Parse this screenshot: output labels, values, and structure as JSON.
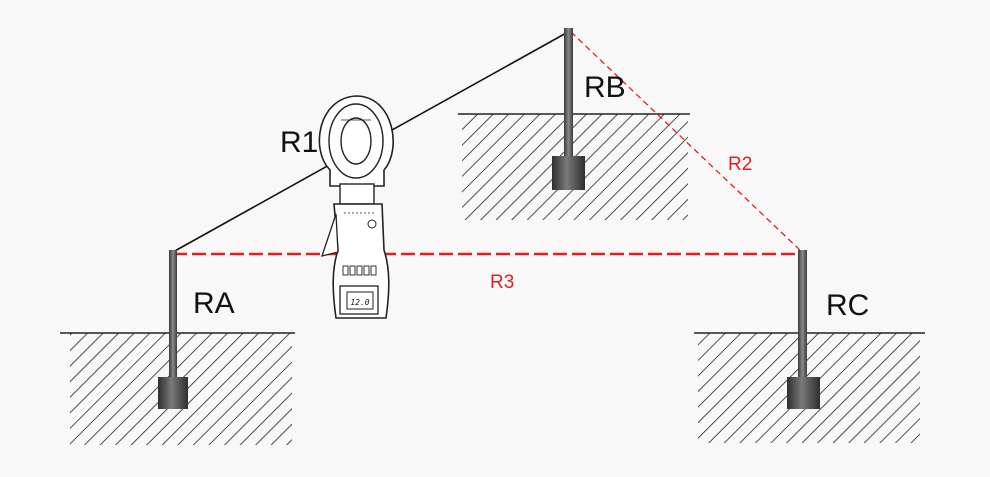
{
  "labels": {
    "ra": "RA",
    "rb": "RB",
    "rc": "RC",
    "r1": "R1",
    "r2": "R2",
    "r3": "R3"
  },
  "meter": {
    "display": "12.0"
  },
  "colors": {
    "background": "#f8f8f8",
    "wire": "#111111",
    "loop": "#e02020",
    "rod": "#555555",
    "ground_hatch": "#222222"
  }
}
